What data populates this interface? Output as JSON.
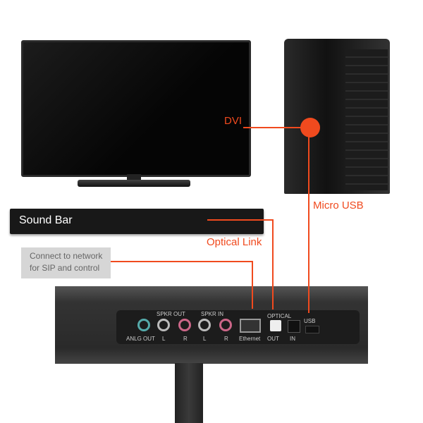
{
  "labels": {
    "dvi": "DVI",
    "micro_usb": "Micro USB",
    "optical_link": "Optical Link",
    "sound_bar": "Sound Bar",
    "network": [
      "Connect to network",
      "for SIP and control"
    ]
  },
  "panel": {
    "anlg_out": "ANLG OUT",
    "spkr_out": "SPKR OUT",
    "spkr_in": "SPKR IN",
    "l1": "L",
    "r1": "R",
    "l2": "L",
    "r2": "R",
    "ethernet": "Ethernet",
    "optical": "OPTICAL",
    "out": "OUT",
    "in": "IN",
    "usb": "USB"
  },
  "colors": {
    "accent": "#f04a1e"
  }
}
